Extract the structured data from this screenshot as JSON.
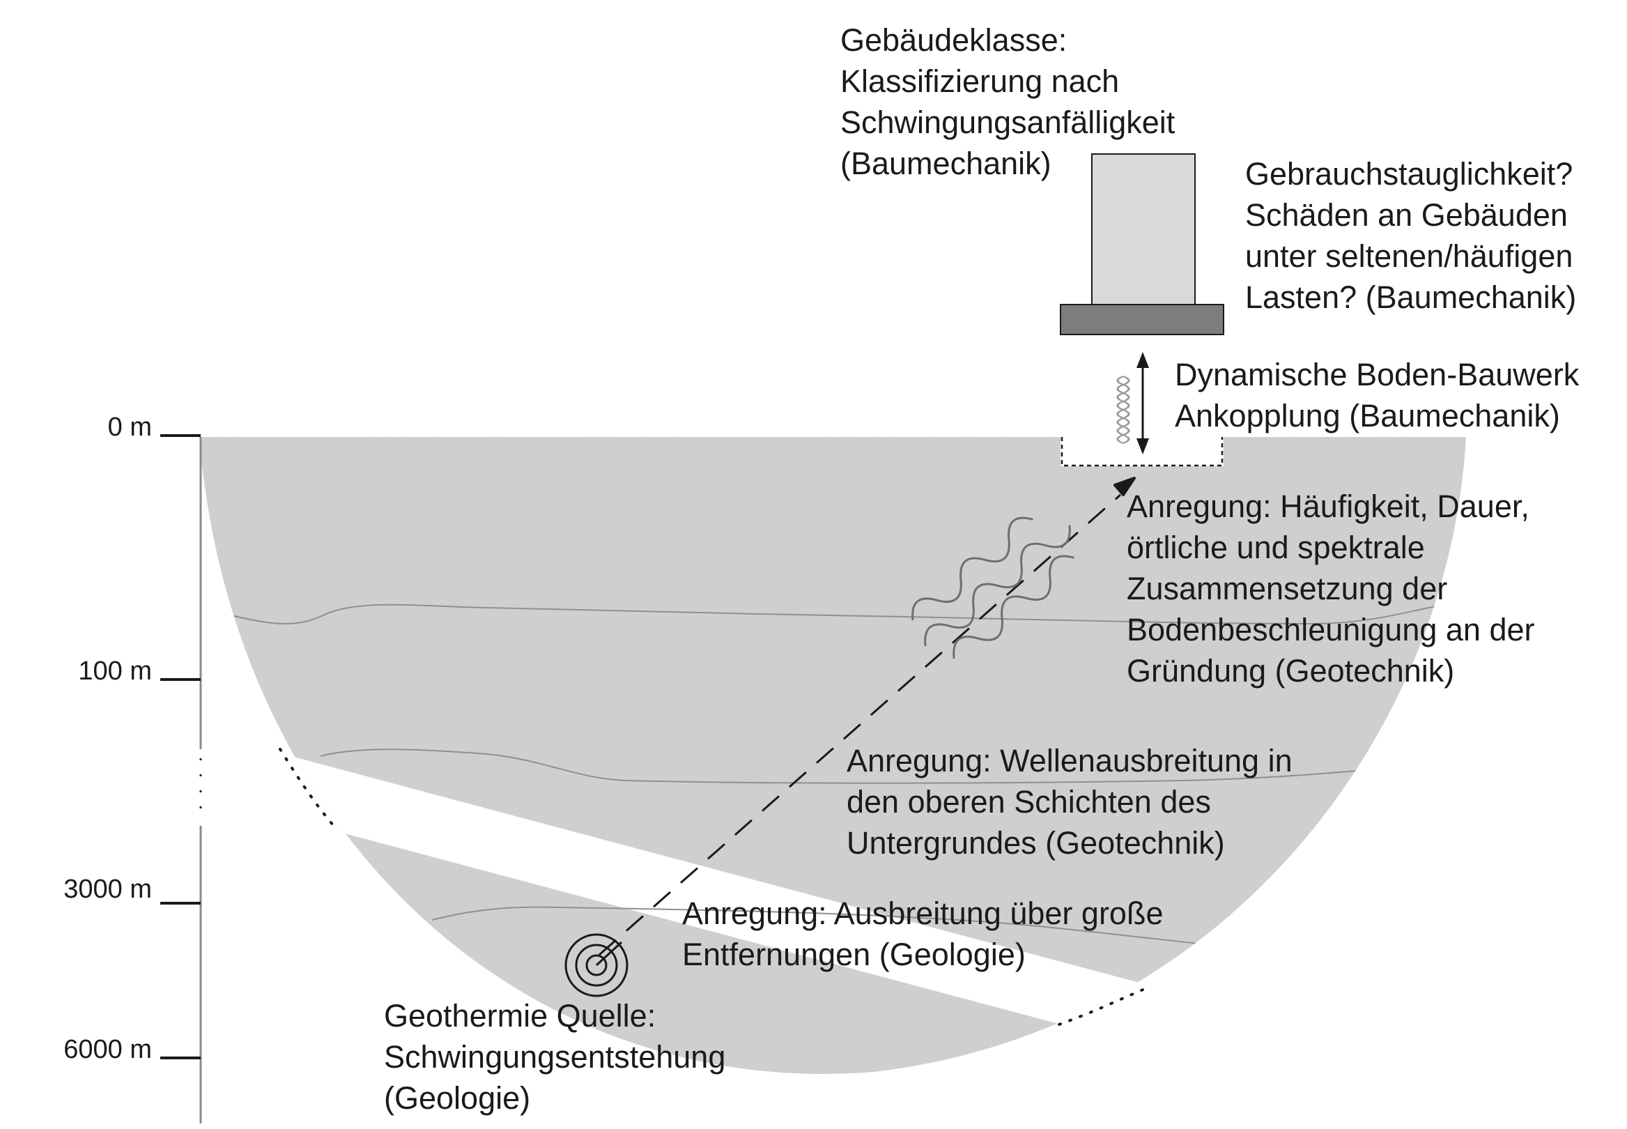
{
  "colors": {
    "ground": "#d3d3d3",
    "layer_line": "#8f8f8f",
    "building": "#d9d9d9",
    "foundation": "#7d7d7d",
    "ink": "#1a1a1a"
  },
  "depth_scale": {
    "ticks": [
      {
        "label": "0 m"
      },
      {
        "label": "100 m"
      },
      {
        "label": "3000 m"
      },
      {
        "label": "6000 m"
      }
    ]
  },
  "labels": {
    "building_class": [
      "Gebäudeklasse:",
      "Klassifizierung nach",
      "Schwingungsanfälligkeit",
      "(Baumechanik)"
    ],
    "serviceability": [
      "Gebrauchstauglichkeit?",
      "Schäden an Gebäuden",
      "unter seltenen/häufigen",
      "Lasten? (Baumechanik)"
    ],
    "coupling": [
      "Dynamische Boden-Bauwerk",
      "Ankopplung (Baumechanik)"
    ],
    "excitation_foundation": [
      "Anregung: Häufigkeit, Dauer,",
      "örtliche und spektrale",
      "Zusammensetzung der",
      "Bodenbeschleunigung an der",
      "Gründung (Geotechnik)"
    ],
    "excitation_upper_layers": [
      "Anregung: Wellenausbreitung in",
      "den oberen Schichten des",
      "Untergrundes (Geotechnik)"
    ],
    "excitation_distance": [
      "Anregung: Ausbreitung über große",
      "Entfernungen (Geologie)"
    ],
    "source": [
      "Geothermie Quelle:",
      "Schwingungsentstehung",
      "(Geologie)"
    ]
  },
  "icons": {
    "source": "concentric-circles-icon",
    "coupling": "double-arrow-wave-icon",
    "waves": "seismic-wave-icon",
    "propagation": "dashed-arrow-icon"
  }
}
